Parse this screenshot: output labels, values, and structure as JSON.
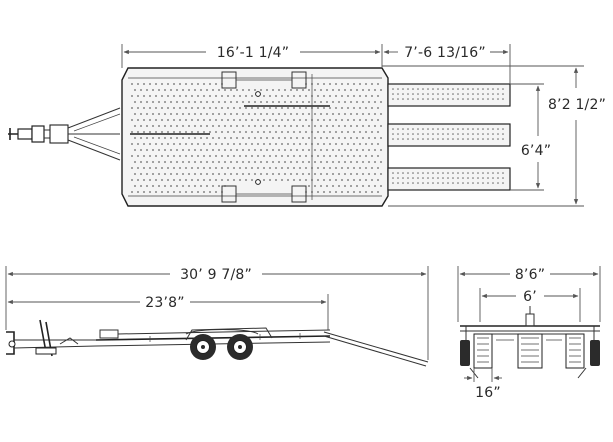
{
  "dimensions": {
    "top_deck_length": "16’-1 1/4”",
    "top_ramp_length": "7’-6 13/16”",
    "top_overall_width": "8’2 1/2”",
    "top_ramp_spread": "6’4”",
    "side_overall_length": "30’ 9 7/8”",
    "side_deck_length": "23’8”",
    "rear_overall_width": "8’6”",
    "rear_track_width": "6’",
    "rear_ramp_width": "16”"
  }
}
